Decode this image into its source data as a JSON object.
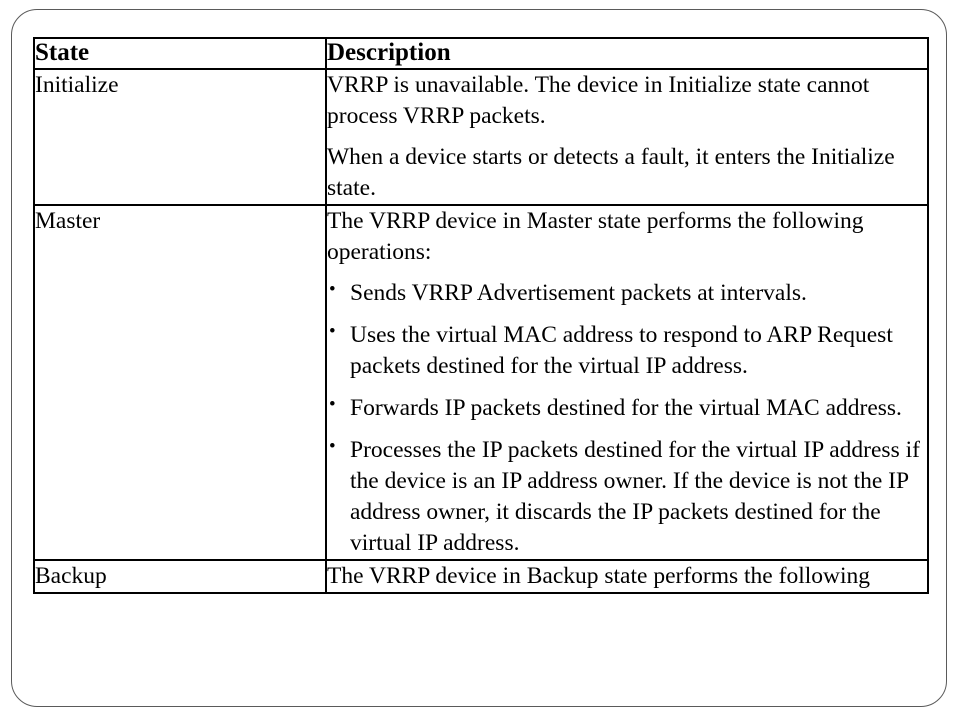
{
  "slide": {
    "frame_color": "#5a5a5a",
    "background": "#ffffff"
  },
  "table": {
    "header_background": "#d7d7d7",
    "border_color": "#000000",
    "columns": [
      {
        "key": "state",
        "label": "State"
      },
      {
        "key": "description",
        "label": "Description"
      }
    ],
    "rows": [
      {
        "state": "Initialize",
        "description": {
          "paragraphs": [
            "VRRP is unavailable. The device in Initialize state cannot process VRRP packets.",
            "When a device starts or detects a fault, it enters the Initialize state."
          ],
          "bullets": []
        }
      },
      {
        "state": "Master",
        "description": {
          "paragraphs": [
            "The VRRP device in Master state performs the following operations:"
          ],
          "bullets": [
            "Sends VRRP Advertisement packets at intervals.",
            "Uses the virtual MAC address to respond to ARP Request packets destined for the virtual IP address.",
            "Forwards IP packets destined for the virtual MAC address.",
            "Processes the IP packets destined for the virtual IP address if the device is an IP address owner. If the device is not the IP address owner, it discards the IP packets destined for the virtual IP address."
          ]
        }
      },
      {
        "state": "Backup",
        "description": {
          "paragraphs": [
            "The VRRP device in Backup state performs the following"
          ],
          "bullets": []
        }
      }
    ]
  }
}
